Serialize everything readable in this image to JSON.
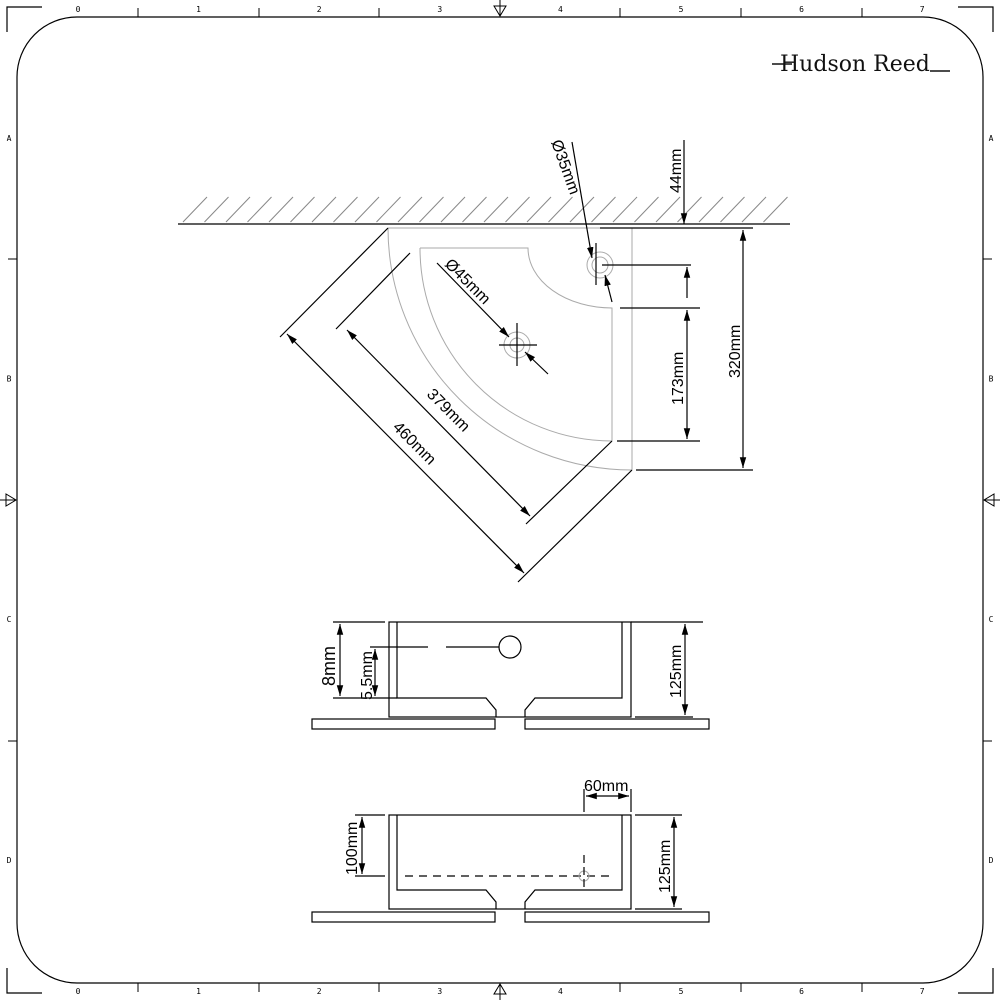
{
  "brand": {
    "logo_text": "Hudson Reed"
  },
  "frame": {
    "columns": [
      "0",
      "1",
      "2",
      "3",
      "4",
      "5",
      "6",
      "7"
    ],
    "rows": [
      "A",
      "B",
      "C",
      "D"
    ]
  },
  "plan_view": {
    "dims": {
      "tap_hole_diameter": "Ø35mm",
      "waste_diameter": "Ø45mm",
      "wall_to_tap": "44mm",
      "side_length": "173mm",
      "depth": "320mm",
      "inner_front": "379mm",
      "outer_front": "460mm"
    }
  },
  "side_view_1": {
    "dims": {
      "overflow_height": "8mm",
      "overflow_offset": "5.5mm",
      "height": "125mm"
    }
  },
  "side_view_2": {
    "dims": {
      "tap_offset": "60mm",
      "bowl_depth": "100mm",
      "height": "125mm"
    }
  }
}
